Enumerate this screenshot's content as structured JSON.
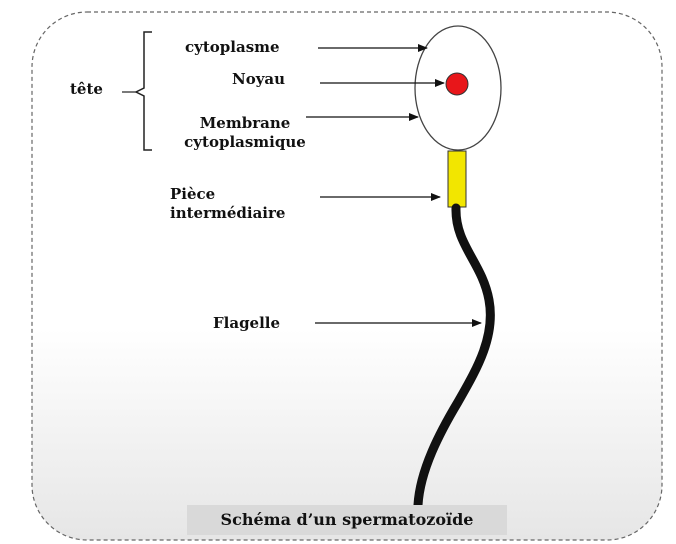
{
  "labels": {
    "tete": "tête",
    "cytoplasme": "cytoplasme",
    "noyau": "Noyau",
    "membrane_line1": "Membrane",
    "membrane_line2": "cytoplasmique",
    "piece_line1": "Pièce",
    "piece_line2": "intermédiaire",
    "flagelle": "Flagelle"
  },
  "caption": "Schéma d’un spermatozoïde",
  "colors": {
    "nucleus": "#e8161a",
    "midpiece": "#f2e600",
    "flagellum": "#111111",
    "outline": "#444444",
    "caption_background": "#d9d9d9"
  }
}
